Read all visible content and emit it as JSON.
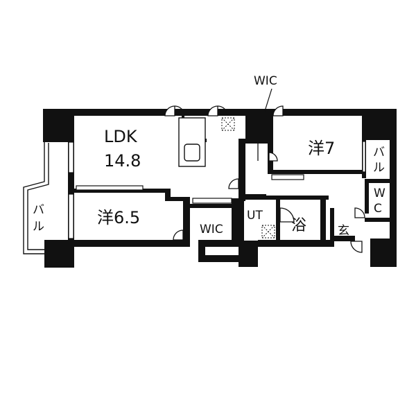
{
  "floorplan": {
    "rooms": {
      "ldk": {
        "name": "LDK",
        "size": "14.8"
      },
      "western_a": {
        "name": "洋6.5"
      },
      "western_b": {
        "name": "洋7"
      },
      "wic_1": {
        "name": "WIC"
      },
      "wic_2": {
        "name": "WIC"
      },
      "utility": {
        "name": "UT"
      },
      "bath": {
        "name": "浴"
      },
      "entrance": {
        "name": "玄"
      },
      "toilet": {
        "line1": "W",
        "line2": "C"
      },
      "balcony_left": {
        "line1": "バ",
        "line2": "ル"
      },
      "balcony_right": {
        "line1": "バ",
        "line2": "ル"
      }
    }
  },
  "colors": {
    "wall": "#111111",
    "background": "#ffffff",
    "line": "#111111"
  }
}
